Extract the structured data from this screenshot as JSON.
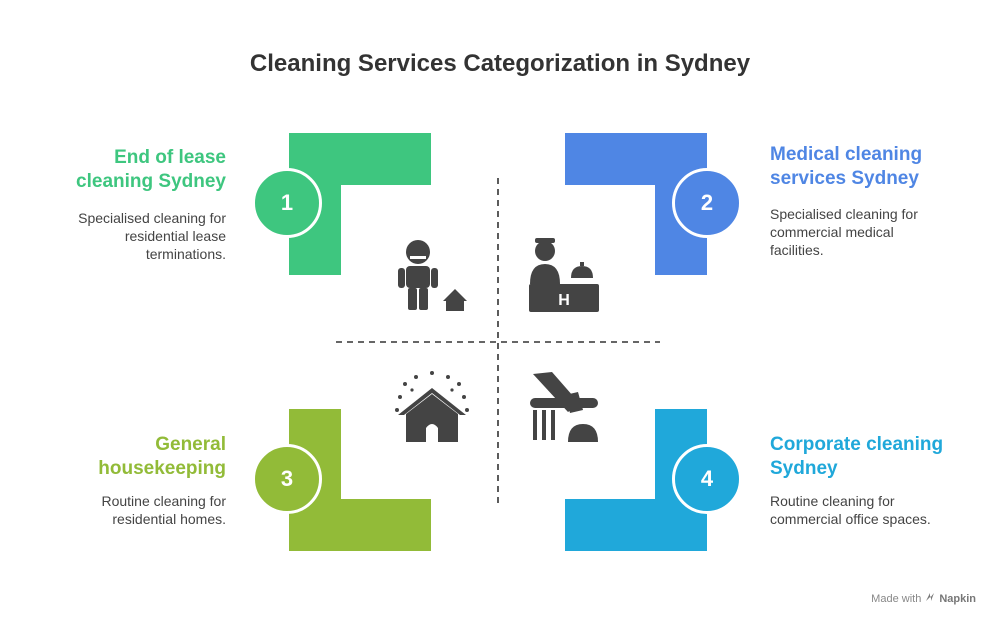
{
  "title": "Cleaning Services Categorization in Sydney",
  "colors": {
    "q1": "#3ec67f",
    "q2": "#4f86e4",
    "q3": "#92bb38",
    "q4": "#20a8da",
    "icon": "#444444"
  },
  "quadrants": [
    {
      "number": "1",
      "title_line1": "End of lease",
      "title_line2": "cleaning Sydney",
      "desc_line1": "Specialised cleaning for",
      "desc_line2": "residential lease",
      "desc_line3": "terminations.",
      "icon": "cleaner-person-house-icon"
    },
    {
      "number": "2",
      "title_line1": "Medical cleaning",
      "title_line2": "services Sydney",
      "desc_line1": "Specialised cleaning for",
      "desc_line2": "commercial medical",
      "desc_line3": "facilities.",
      "icon": "hotel-reception-icon"
    },
    {
      "number": "3",
      "title_line1": "General",
      "title_line2": "housekeeping",
      "desc_line1": "Routine cleaning for",
      "desc_line2": "residential homes.",
      "icon": "sparkling-house-icon"
    },
    {
      "number": "4",
      "title_line1": "Corporate cleaning",
      "title_line2": "Sydney",
      "desc_line1": "Routine cleaning for",
      "desc_line2": "commercial office spaces.",
      "icon": "vacuum-cleaner-icon"
    }
  ],
  "footer": {
    "made_with": "Made with",
    "brand": "Napkin"
  }
}
